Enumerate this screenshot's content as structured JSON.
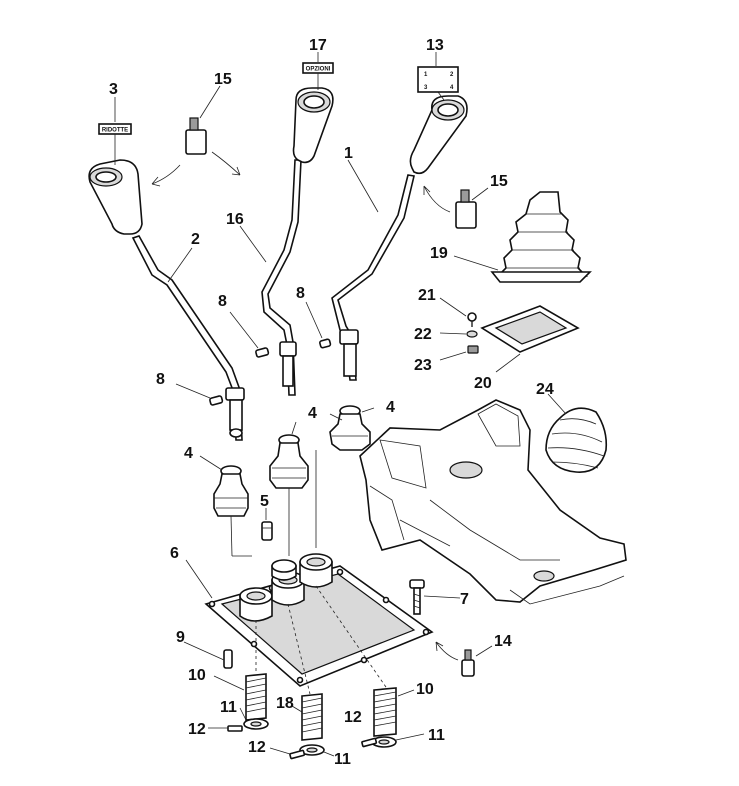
{
  "plate_labels": {
    "ridotte": "RIDOTTE",
    "opzioni": "OPZIONI",
    "pattern": [
      "1",
      "2",
      "3",
      "4"
    ]
  },
  "callouts": [
    "3",
    "15",
    "17",
    "13",
    "1",
    "15",
    "2",
    "16",
    "19",
    "8",
    "8",
    "21",
    "22",
    "23",
    "20",
    "8",
    "4",
    "4",
    "24",
    "4",
    "5",
    "6",
    "7",
    "9",
    "14",
    "10",
    "10",
    "11",
    "18",
    "12",
    "11",
    "12",
    "11"
  ]
}
